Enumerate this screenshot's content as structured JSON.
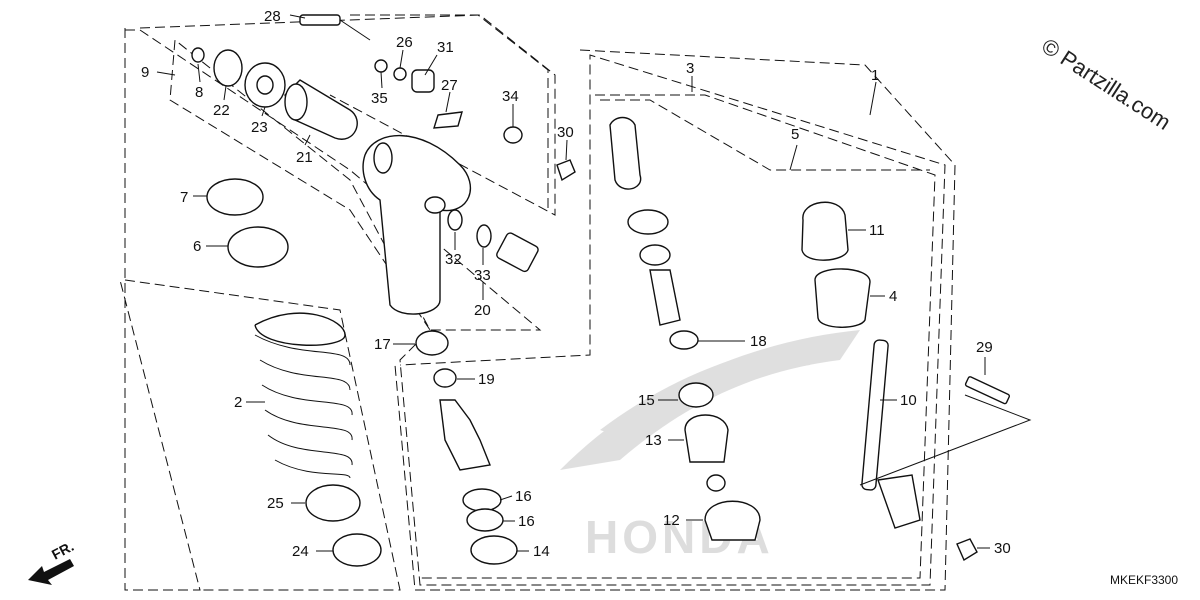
{
  "watermark": "© Partzilla.com",
  "diagram_code": "MKEKF3300",
  "direction_label": "FR.",
  "brand_background": "HONDA",
  "callouts": {
    "p28": "28",
    "p26": "26",
    "p31": "31",
    "p9": "9",
    "p8": "8",
    "p22": "22",
    "p23": "23",
    "p35": "35",
    "p27": "27",
    "p21": "21",
    "p34": "34",
    "p30a": "30",
    "p3": "3",
    "p1": "1",
    "p5": "5",
    "p7": "7",
    "p6": "6",
    "p11": "11",
    "p4": "4",
    "p32": "32",
    "p33": "33",
    "p20": "20",
    "p17": "17",
    "p18": "18",
    "p29": "29",
    "p19": "19",
    "p2": "2",
    "p10": "10",
    "p15": "15",
    "p13": "13",
    "p16a": "16",
    "p16b": "16",
    "p25": "25",
    "p12": "12",
    "p24": "24",
    "p14": "14",
    "p30b": "30"
  }
}
